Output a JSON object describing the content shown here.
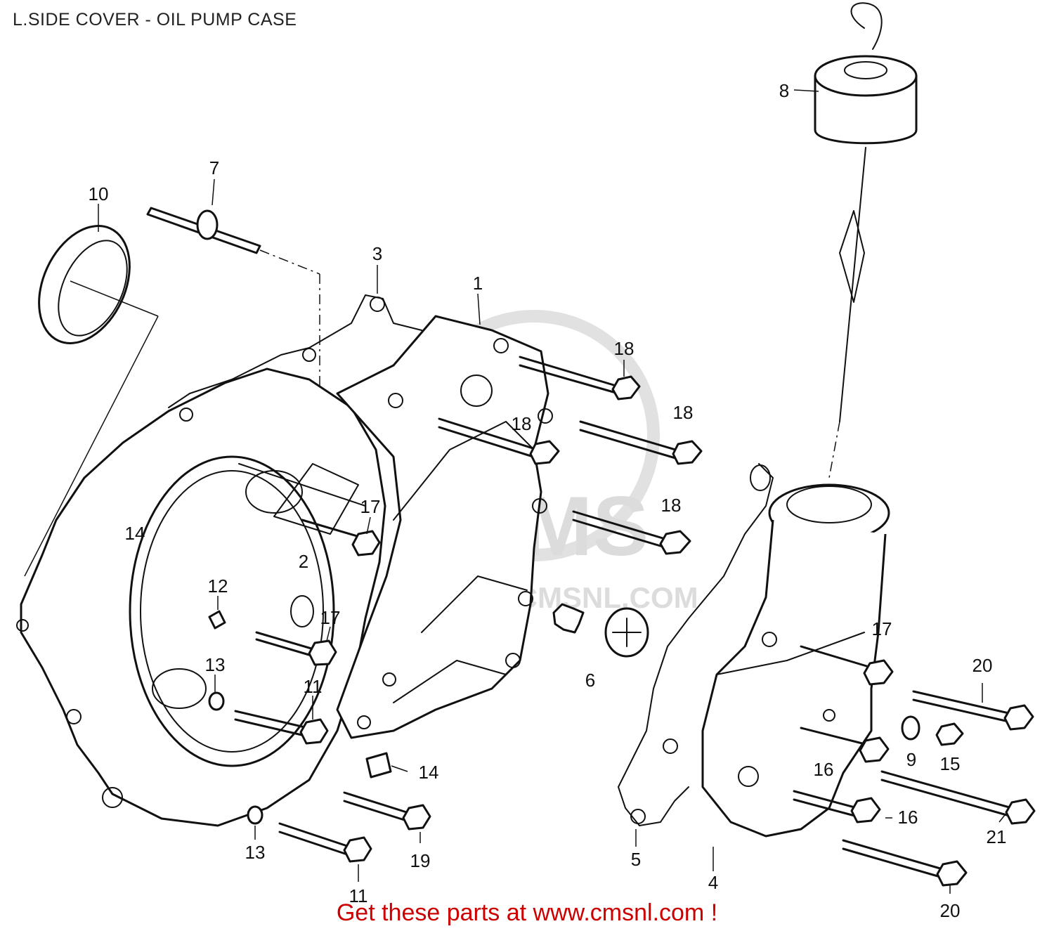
{
  "title": "L.SIDE COVER - OIL PUMP CASE",
  "watermark": {
    "lines": [
      "CMS",
      "WWW.CMSNL.COM"
    ],
    "color": "#d9d9d9"
  },
  "footer": {
    "text": "Get these parts at www.cmsnl.com !",
    "color": "#cc0000"
  },
  "callouts": [
    {
      "id": "c1",
      "text": "1"
    },
    {
      "id": "c2",
      "text": "2"
    },
    {
      "id": "c3",
      "text": "3"
    },
    {
      "id": "c4",
      "text": "4"
    },
    {
      "id": "c5",
      "text": "5"
    },
    {
      "id": "c6",
      "text": "6"
    },
    {
      "id": "c7",
      "text": "7"
    },
    {
      "id": "c8",
      "text": "8"
    },
    {
      "id": "c9",
      "text": "9"
    },
    {
      "id": "c10",
      "text": "10"
    },
    {
      "id": "c11a",
      "text": "11"
    },
    {
      "id": "c11b",
      "text": "11"
    },
    {
      "id": "c12",
      "text": "12"
    },
    {
      "id": "c13a",
      "text": "13"
    },
    {
      "id": "c13b",
      "text": "13"
    },
    {
      "id": "c14a",
      "text": "14"
    },
    {
      "id": "c14b",
      "text": "14"
    },
    {
      "id": "c15",
      "text": "15"
    },
    {
      "id": "c16a",
      "text": "16"
    },
    {
      "id": "c16b",
      "text": "16"
    },
    {
      "id": "c17a",
      "text": "17"
    },
    {
      "id": "c17b",
      "text": "17"
    },
    {
      "id": "c17c",
      "text": "17"
    },
    {
      "id": "c18a",
      "text": "18"
    },
    {
      "id": "c18b",
      "text": "18"
    },
    {
      "id": "c18c",
      "text": "18"
    },
    {
      "id": "c18d",
      "text": "18"
    },
    {
      "id": "c19",
      "text": "19"
    },
    {
      "id": "c20a",
      "text": "20"
    },
    {
      "id": "c20b",
      "text": "20"
    },
    {
      "id": "c21",
      "text": "21"
    }
  ]
}
